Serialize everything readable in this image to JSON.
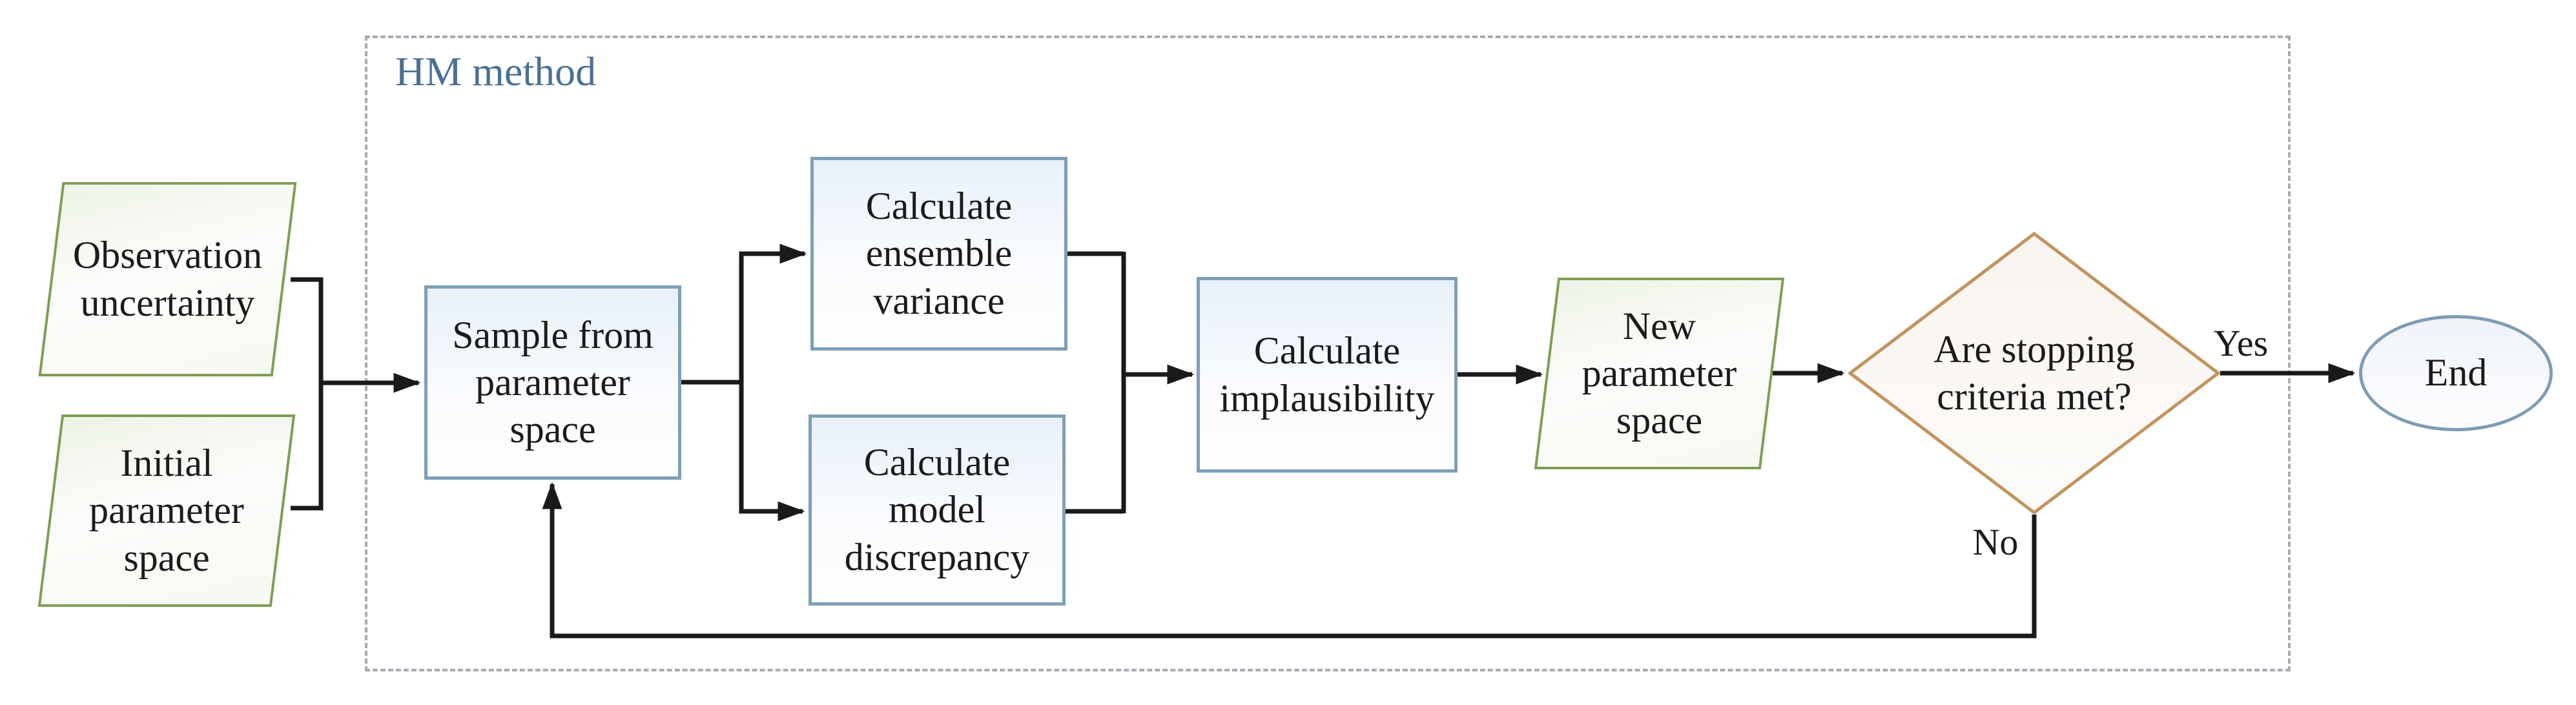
{
  "figure": {
    "title": "HM method flowchart",
    "group": {
      "label": "HM method"
    },
    "nodes": {
      "observation_uncertainty": {
        "label": "Observation\nuncertainty",
        "shape": "parallelogram"
      },
      "initial_parameter_space": {
        "label": "Initial\nparameter\nspace",
        "shape": "parallelogram"
      },
      "sample_from_parameter_space": {
        "label": "Sample from\nparameter\nspace",
        "shape": "process"
      },
      "calculate_ensemble_variance": {
        "label": "Calculate\nensemble\nvariance",
        "shape": "process"
      },
      "calculate_model_discrepancy": {
        "label": "Calculate\nmodel\ndiscrepancy",
        "shape": "process"
      },
      "calculate_implausibility": {
        "label": "Calculate\nimplausibility",
        "shape": "process"
      },
      "new_parameter_space": {
        "label": "New\nparameter\nspace",
        "shape": "parallelogram"
      },
      "stopping_criteria": {
        "label": "Are stopping\ncriteria met?",
        "shape": "decision"
      },
      "end": {
        "label": "End",
        "shape": "terminator"
      }
    },
    "edge_labels": {
      "yes": "Yes",
      "no": "No"
    },
    "edges": [
      {
        "from": "observation_uncertainty",
        "to": "sample_from_parameter_space"
      },
      {
        "from": "initial_parameter_space",
        "to": "sample_from_parameter_space"
      },
      {
        "from": "sample_from_parameter_space",
        "to": "calculate_ensemble_variance"
      },
      {
        "from": "sample_from_parameter_space",
        "to": "calculate_model_discrepancy"
      },
      {
        "from": "calculate_ensemble_variance",
        "to": "calculate_implausibility"
      },
      {
        "from": "calculate_model_discrepancy",
        "to": "calculate_implausibility"
      },
      {
        "from": "calculate_implausibility",
        "to": "new_parameter_space"
      },
      {
        "from": "new_parameter_space",
        "to": "stopping_criteria"
      },
      {
        "from": "stopping_criteria",
        "to": "end",
        "label": "Yes"
      },
      {
        "from": "stopping_criteria",
        "to": "sample_from_parameter_space",
        "label": "No"
      }
    ],
    "colors": {
      "process_border": "#7e9fb6",
      "io_border": "#7e9e54",
      "decision_border": "#c3935f",
      "terminator_border": "#7e9cb3",
      "group_border": "#a6abb3",
      "group_label_text": "#4b7094",
      "connector": "#1a1a1a",
      "text": "#1b1b1b",
      "background": "#ffffff"
    }
  }
}
